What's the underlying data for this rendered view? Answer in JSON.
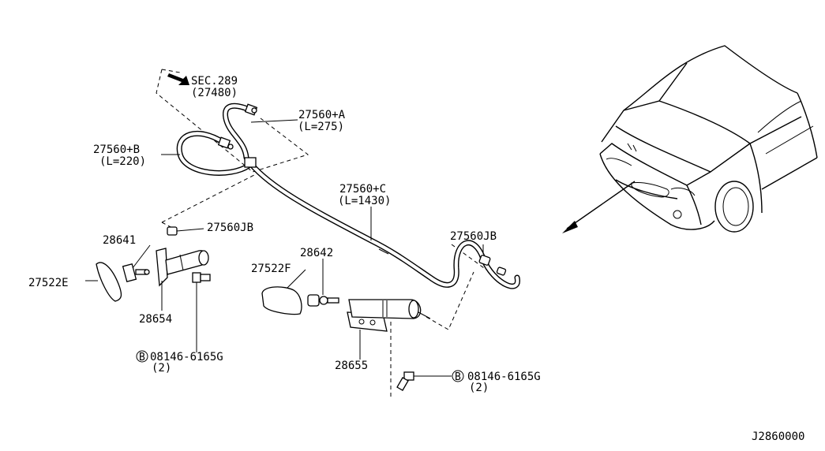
{
  "labels": {
    "sec_ref": "SEC.289",
    "sec_ref_sub": "(27480)",
    "hose_a": "27560+A",
    "hose_a_len": "(L=275)",
    "hose_b": "27560+B",
    "hose_b_len": "(L=220)",
    "hose_c": "27560+C",
    "hose_c_len": "(L=1430)",
    "joint_left": "27560JB",
    "joint_right": "27560JB",
    "part_28641": "28641",
    "part_28642": "28642",
    "cover_left": "27522E",
    "cover_right": "27522F",
    "bracket_left": "28654",
    "bracket_right": "28655",
    "bolt_left_code": "08146-6165G",
    "bolt_left_qty": "(2)",
    "bolt_right_code": "08146-6165G",
    "bolt_right_qty": "(2)",
    "bolt_badge": "B",
    "diagram_id": "J2860000"
  },
  "colors": {
    "ink": "#000000",
    "background": "#ffffff"
  }
}
